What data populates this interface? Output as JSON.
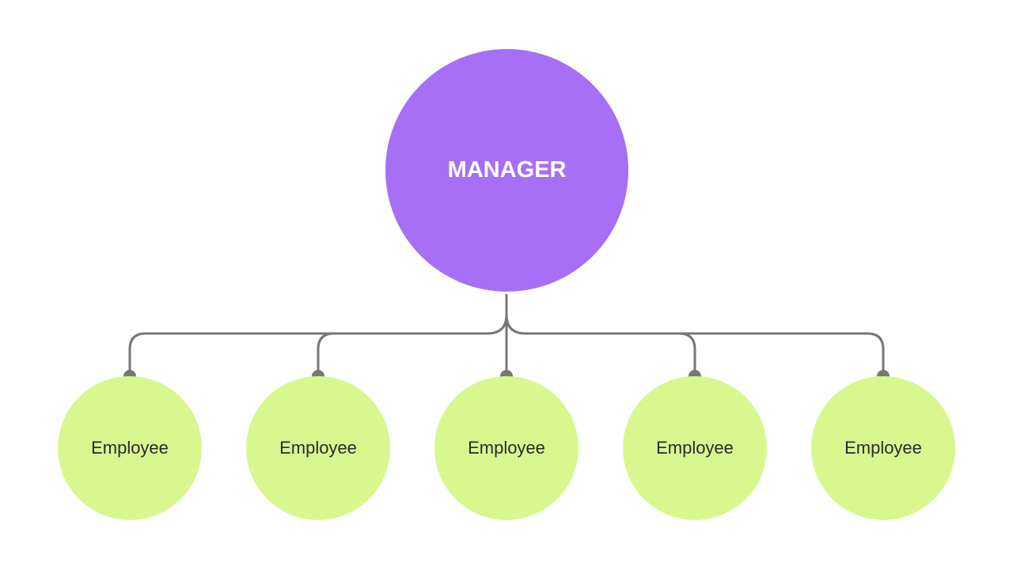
{
  "manager": {
    "label": "MANAGER"
  },
  "employees": [
    {
      "label": "Employee"
    },
    {
      "label": "Employee"
    },
    {
      "label": "Employee"
    },
    {
      "label": "Employee"
    },
    {
      "label": "Employee"
    }
  ],
  "colors": {
    "manager": "#a66ff6",
    "employee": "#d8f78f",
    "connector": "#777777"
  }
}
